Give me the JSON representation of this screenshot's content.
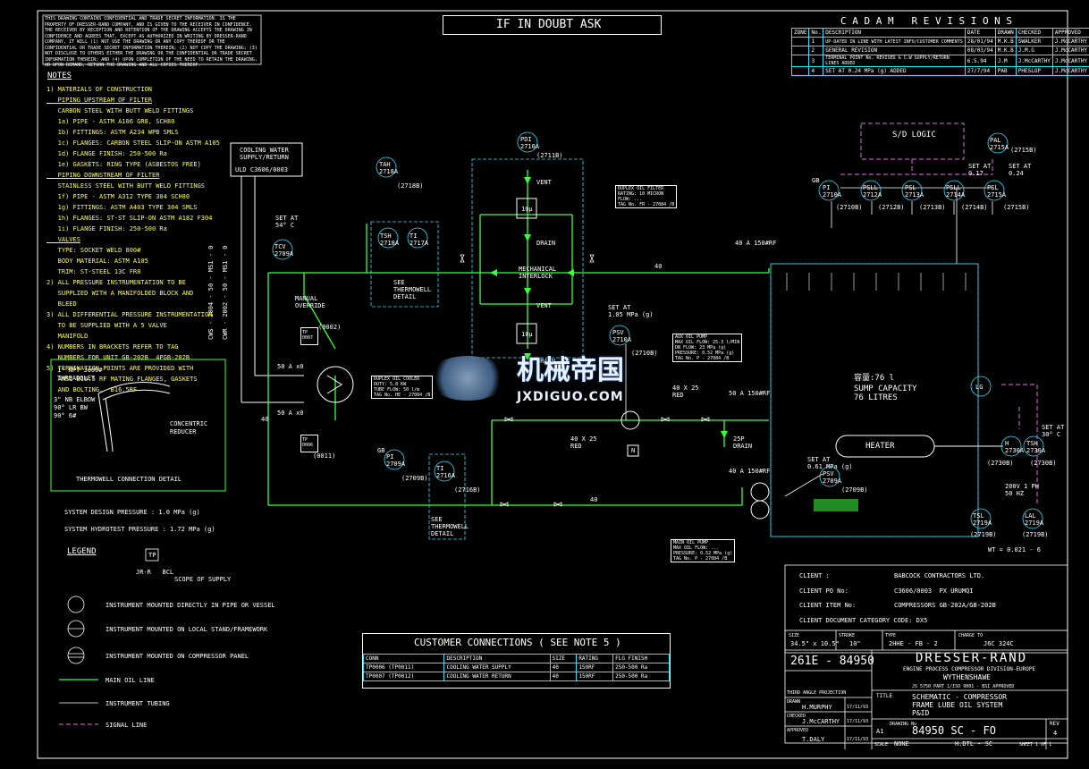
{
  "header": {
    "confidential": "THIS DRAWING CONTAINS CONFIDENTIAL AND TRADE SECRET INFORMATION. IS THE PROPERTY OF DRESSER-RAND COMPANY, AND IS GIVEN TO THE RECEIVER IN CONFIDENCE. THE RECEIVER BY RECEPTION AND RETENTION OF THE DRAWING ACCEPTS THE DRAWING IN CONFIDENCE AND AGREES THAT, EXCEPT AS AUTHORIZED IN WRITING BY DRESSER-RAND COMPANY, IT WILL (1) NOT USE THE DRAWING OR ANY COPY THEREOF OR THE CONFIDENTIAL OR TRADE SECRET INFORMATION THEREIN; (2) NOT COPY THE DRAWING; (3) NOT DISCLOSE TO OTHERS EITHER THE DRAWING OR THE CONFIDENTIAL OR TRADE SECRET INFORMATION THEREIN; AND (4) UPON COMPLETION OF THE NEED TO RETAIN THE DRAWING, OR UPON DEMAND, RETURN THE DRAWING AND ALL COPIES THEREOF.",
    "if_in_doubt": "IF IN DOUBT ASK"
  },
  "revisions": {
    "title": "C A D A M   R E V I S I O N S",
    "columns": [
      "ZONE",
      "No.",
      "DESCRIPTION",
      "DATE",
      "DRAWN",
      "CHECKED",
      "APPROVED"
    ],
    "rows": [
      [
        "",
        "1",
        "UP-DATED IN LINE WITH LATEST INFO/CUSTOMER COMMENTS",
        "28/01/94",
        "M.K.B",
        "SWALKER",
        "J.McCARTHY"
      ],
      [
        "",
        "2",
        "GENERAL REVISION",
        "08/03/94",
        "M.K.B",
        "J.M.G",
        "J.McCARTHY"
      ],
      [
        "",
        "3",
        "TERMINAL POINT No. REVISED & C.W SUPPLY/RETURN LINES ADDED",
        "6.5.94",
        "J.M",
        "J.McCARTHY",
        "J.McCARTHY"
      ],
      [
        "",
        "4",
        "SET AT 0.24 MPa (g) ADDED",
        "27/7/94",
        "PAB",
        "PHESLOP",
        "J.McCARTHY"
      ]
    ]
  },
  "notes": {
    "title": "NOTES",
    "lines": [
      "1) MATERIALS OF CONSTRUCTION",
      "   PIPING UPSTREAM OF FILTER",
      "   CARBON STEEL WITH BUTT WELD FITTINGS",
      "   1a) PIPE - ASTM A106 GR8, SCH80",
      "   1b) FITTINGS: ASTM A234 WPB SMLS",
      "   1c) FLANGES: CARBON STEEL SLIP-ON ASTM A105",
      "   1d) FLANGE FINISH: 250-500 Ra",
      "   1e) GASKETS: RING TYPE (ASBESTOS FREE)",
      "   PIPING DOWNSTREAM OF FILTER",
      "   STAINLESS STEEL WITH BUTT WELD FITTINGS",
      "   1f) PIPE - ASTM A312 TYPE 304 SCH80",
      "   1g) FITTINGS: ASTM A403 TYPE 304 SMLS",
      "   1h) FLANGES: ST-ST SLIP-ON ASTM A182 F304",
      "   1i) FLANGE FINISH: 250-500 Ra",
      "   VALVES",
      "   TYPE: SOCKET WELD 800#",
      "   BODY MATERIAL: ASTM A105",
      "   TRIM: ST-STEEL 13C FR8",
      "2) ALL PRESSURE INSTRUMENTATION TO BE",
      "   SUPPLIED WITH A MANIFOLDED BLOCK AND",
      "   BLEED",
      "3) ALL DIFFERENTIAL PRESSURE INSTRUMENTATION",
      "   TO BE SUPPLIED WITH A 5 VALVE",
      "   MANIFOLD",
      "4) NUMBERS IN BRACKETS REFER TO TAG",
      "   NUMBERS FOR UNIT GB-202B  4PGB-202B",
      "5) TERMINATION POINTS ARE PROVIDED WITH",
      "   ANSI B16.5 RF MATING FLANGES, GASKETS",
      "   AND BOLTING.  B16.5RF"
    ]
  },
  "thermowell": {
    "labels": [
      "1\" NPT 3000#",
      "THREADOLET",
      "3\" NB ELBOW",
      "90° LR BW",
      "90° 6#",
      "CONCENTRIC",
      "REDUCER"
    ],
    "caption": "THERMOWELL CONNECTION DETAIL"
  },
  "system": {
    "design": "SYSTEM DESIGN PRESSURE : 1.0 MPa (g)",
    "hydrotest": "SYSTEM HYDROTEST PRESSURE : 1.72 MPa (g)"
  },
  "legend": {
    "title": "LEGEND",
    "tp": "TP",
    "jr": "JR-R   BCL",
    "scope": "SCOPE OF SUPPLY",
    "items": [
      "INSTRUMENT MOUNTED DIRECTLY IN PIPE OR VESSEL",
      "INSTRUMENT MOUNTED ON LOCAL STAND/FRAMEWORK",
      "INSTRUMENT MOUNTED ON COMPRESSOR PANEL",
      "MAIN OIL LINE",
      "INSTRUMENT TUBING",
      "SIGNAL LINE"
    ]
  },
  "schematic": {
    "cooling": "COOLING WATER\nSUPPLY/RETURN",
    "cooling_ref": "ULD C3606/0003",
    "cws": "CWS - 2004 - 50 - MS1 - 0",
    "cwr": "CWR - 2002 - 50 - MS1 - 0",
    "tcv": "TCV\n2709A",
    "setat": "SET AT\n54° C",
    "manual": "MANUAL\nOVERRIDE",
    "tah": "TAH\n2718A",
    "tah_ref": "(2718B)",
    "tsh": "TSH\n2718A",
    "ti": "TI\n2717A",
    "see_tw": "SEE\nTHERMOWELL\nDETAIL",
    "pdi": "PDI\n2710A",
    "pdi_ref": "(2711B)",
    "vent": "VENT",
    "drain": "DRAIN",
    "mech": "MECHANICAL\nINTERLOCK",
    "filter": "10μ",
    "filter_tbl": [
      "DUPLEX OIL FILTER",
      "RATING: 10 MICRON",
      "FLOW: ...",
      "TAG No. FR - 27084 /B"
    ],
    "cooler_tbl": [
      "DUPLEX OIL COOLER",
      "DUTY: 5.8 KW",
      "TUBE FLOW: 50 l/m",
      "TAG No. HE - 27084 /B"
    ],
    "tp0007": "TP\n0007",
    "tp0006": "TP\n0006",
    "t0002": "(0002)",
    "t0011": "(0011)",
    "sz50a": "50 A x0",
    "sz50b": "50 A x0",
    "l40a": "40",
    "l40b": "40",
    "l40c": "40",
    "l40d": "40 A 150#RF",
    "l50": "50 A 150#RF",
    "l40e": "40 A 150#RF",
    "red": "40 X 25\nRED",
    "red2": "40 X 25\nRED",
    "psv1": "PSV\n2710A",
    "psv1_set": "SET AT\n1.05 MPa (g)",
    "psv1_ref": "(2710B)",
    "pump_tbl": [
      "AUX OIL PUMP",
      "MAX OIL FLOW: 25.3 l/MIN",
      "DN FLOW: 23 MPa (g)",
      "PRESSURE: 0.52 MPa (g)",
      "TAG No. P - 27084 /B"
    ],
    "pi": "PI\n2709A",
    "pi_ref": "(2709B)",
    "gb": "GB",
    "ti2": "TI\n2716A",
    "ti2_ref": "(2716B)",
    "sump": "SUMP CAPACITY\n76 LITRES",
    "sump_cn": "容量:76 l",
    "heater": "HEATER",
    "lg": "LG",
    "psv2": "PSV\n2709A",
    "psv2_set": "SET AT\n0.61 MPa (g)",
    "psv2_ref": "(2709B)",
    "mpump_tbl": [
      "MAIN OIL PUMP",
      "MAX OIL FLOW: ...",
      "PRESSURE: 0.52 MPa (g)",
      "TAG No. P - 27084 /B"
    ],
    "tsl": "TSL\n2719A",
    "tsl_ref": "(2719B)",
    "lal": "LAL\n2719A",
    "lal_ref": "(2719B)",
    "h": "H\n2730A",
    "h_ref": "(2730B)",
    "tsh2": "TSH\n2730A",
    "tsh2_ref": "(2730B)",
    "set30": "SET AT\n30° C",
    "power": "200V 1 PH\n50 HZ",
    "wt": "WT = 0.021 - 6",
    "sd": "S/D LOGIC",
    "pal": "PAL\n2715A",
    "pal_ref": "(2715B)",
    "setat2": "SET AT\n0.17",
    "setat3": "SET AT\n0.24",
    "gb2": "GB",
    "pi2": "PI\n2710A",
    "pi2_ref": "(2710B)",
    "psll": "PSLL\n2712A",
    "psll_ref": "(2712B)",
    "psl": "PSL\n2713A",
    "psl_ref": "(2713B)",
    "psll2": "PSLL\n2714A",
    "psll2_ref": "(2714B)",
    "psl2": "PSL\n2715A",
    "psl2_ref": "(2715B)",
    "n25p": "25P\nDRAIN",
    "nL": "N"
  },
  "customer": {
    "title": "CUSTOMER CONNECTIONS ( SEE NOTE 5 )",
    "columns": [
      "CONN",
      "DESCRIPTION",
      "SIZE",
      "RATING",
      "FLG FINISH"
    ],
    "rows": [
      [
        "TP0006 (TP0011)",
        "COOLING WATER SUPPLY",
        "40",
        "150RF",
        "250-500 Ra"
      ],
      [
        "TP0007 (TP0012)",
        "COOLING WATER RETURN",
        "40",
        "150RF",
        "250-500 Ra"
      ]
    ]
  },
  "titleblock": {
    "client_label": "CLIENT :",
    "client": "BABCOCK CONTRACTORS LTD.",
    "po_label": "CLIENT PO No:",
    "po": "C3606/0003  PX URUMQI",
    "item_label": "CLIENT ITEM No:",
    "item": "COMPRESSORS GB-202A/GB-202B",
    "doc_cat": "CLIENT DOCUMENT CATEGORY CODE: DX5",
    "size_label": "SIZE",
    "size": "34.5\" x 10.5\"",
    "stroke_label": "STROKE",
    "stroke": "10\"",
    "type_label": "TYPE",
    "type": "2HHE - FB - 2",
    "charge_label": "CHARGE TO",
    "charge": "J6C 324C",
    "job": "261E - 84950",
    "company": "DRESSER-RAND",
    "division": "ENGINE PROCESS COMPRESSOR DIVISION-EUROPE",
    "location": "WYTHENSHAWE",
    "std": "JS 5750 PART 1/ISO 9001 - BSI APPROVED",
    "projection": "THIRD ANGLE PROJECTION",
    "drawn_label": "DRAWN",
    "drawn": "H.MURPHY",
    "checked_label": "CHECKED",
    "checked": "J.McCARTHY",
    "approved_label": "APPROVED",
    "approved": "T.DALY",
    "date1": "17/11/93",
    "date2": "17/11/93",
    "date3": "17/11/93",
    "title_label": "TITLE",
    "title": "SCHEMATIC - COMPRESSOR\nFRAME LUBE OIL SYSTEM\nP&ID",
    "dwg_size": "A1",
    "dwg_no_label": "DRAWING No",
    "dwg_no": "84950 SC - FO",
    "rev_label": "REV",
    "rev": "4",
    "scale_label": "SCALE",
    "scale": "NONE",
    "ref": "H.DTL - SC",
    "sheet": "SHEET 1 OF 1"
  },
  "watermark": {
    "brand": "机械帝国",
    "url": "JXDIGUO.COM"
  },
  "colors": {
    "main_oil": "#3cff3c",
    "instrument": "#ffffff",
    "signal": "#e070e0",
    "border": "#35e0ff"
  }
}
